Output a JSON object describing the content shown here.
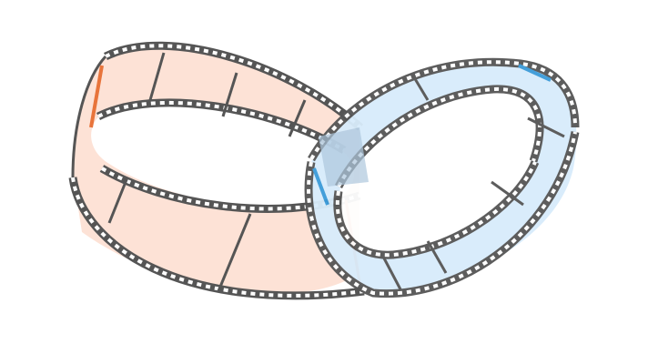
{
  "illustration": {
    "subject": "two-interlocking-film-strip-rings",
    "rings": [
      {
        "id": "left",
        "film_color": "#fde2d6",
        "edge_accent": "#e8743b"
      },
      {
        "id": "right",
        "film_color": "#d8ecfb",
        "edge_accent": "#3a9ad9"
      }
    ],
    "strip_color": "#555555",
    "sprocket_color": "#ffffff",
    "background": "#ffffff"
  }
}
